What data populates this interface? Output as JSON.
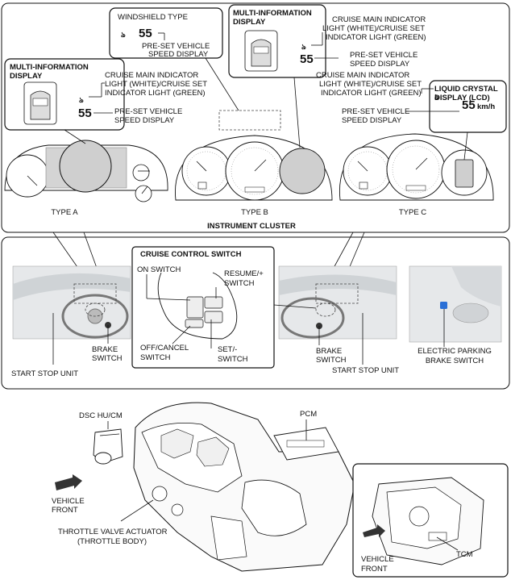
{
  "instrument_cluster": {
    "title": "INSTRUMENT CLUSTER",
    "type_a": "TYPE A",
    "type_b": "TYPE B",
    "type_c": "TYPE C",
    "callout_a": {
      "title_line1": "MULTI-INFORMATION",
      "title_line2": "DISPLAY",
      "speed": "55",
      "indicator_line1": "CRUISE MAIN INDICATOR",
      "indicator_line2": "LIGHT (WHITE)/CRUISE SET",
      "indicator_line3": "INDICATOR LIGHT (GREEN)",
      "preset_line1": "PRE-SET VEHICLE",
      "preset_line2": "SPEED DISPLAY"
    },
    "callout_windshield": {
      "title": "WINDSHIELD TYPE",
      "speed": "55",
      "preset_line1": "PRE-SET VEHICLE",
      "preset_line2": "SPEED DISPLAY"
    },
    "callout_b": {
      "title_line1": "MULTI-INFORMATION",
      "title_line2": "DISPLAY",
      "speed": "55",
      "indicator_line1": "CRUISE MAIN INDICATOR",
      "indicator_line2": "LIGHT (WHITE)/CRUISE SET",
      "indicator_line3": "INDICATOR LIGHT (GREEN)",
      "preset_line1": "PRE-SET VEHICLE",
      "preset_line2": "SPEED DISPLAY"
    },
    "callout_c": {
      "title_line1": "LIQUID CRYSTAL",
      "title_line2": "DISPLAY (LCD)",
      "speed": "55",
      "speed_unit": "km/h",
      "indicator_line1": "CRUISE MAIN INDICATOR",
      "indicator_line2": "LIGHT (WHITE)/CRUISE SET",
      "indicator_line3": "INDICATOR LIGHT (GREEN)",
      "preset_line1": "PRE-SET VEHICLE",
      "preset_line2": "SPEED DISPLAY"
    }
  },
  "switches": {
    "cruise_title": "CRUISE CONTROL SWITCH",
    "on_switch": "ON SWITCH",
    "resume_line1": "RESUME/+",
    "resume_line2": "SWITCH",
    "off_line1": "OFF/CANCEL",
    "off_line2": "SWITCH",
    "set_line1": "SET/-",
    "set_line2": "SWITCH",
    "brake_left_line1": "BRAKE",
    "brake_left_line2": "SWITCH",
    "start_stop_left": "START STOP UNIT",
    "brake_right_line1": "BRAKE",
    "brake_right_line2": "SWITCH",
    "start_stop_right": "START STOP UNIT",
    "epb_line1": "ELECTRIC PARKING",
    "epb_line2": "BRAKE SWITCH"
  },
  "engine": {
    "dsc": "DSC HU/CM",
    "pcm": "PCM",
    "front_left_line1": "VEHICLE",
    "front_left_line2": "FRONT",
    "throttle_line1": "THROTTLE VALVE ACTUATOR",
    "throttle_line2": "(THROTTLE BODY)",
    "tcm": "TCM",
    "front_right_line1": "VEHICLE",
    "front_right_line2": "FRONT"
  },
  "colors": {
    "epb_switch": "#2a6fd6"
  }
}
